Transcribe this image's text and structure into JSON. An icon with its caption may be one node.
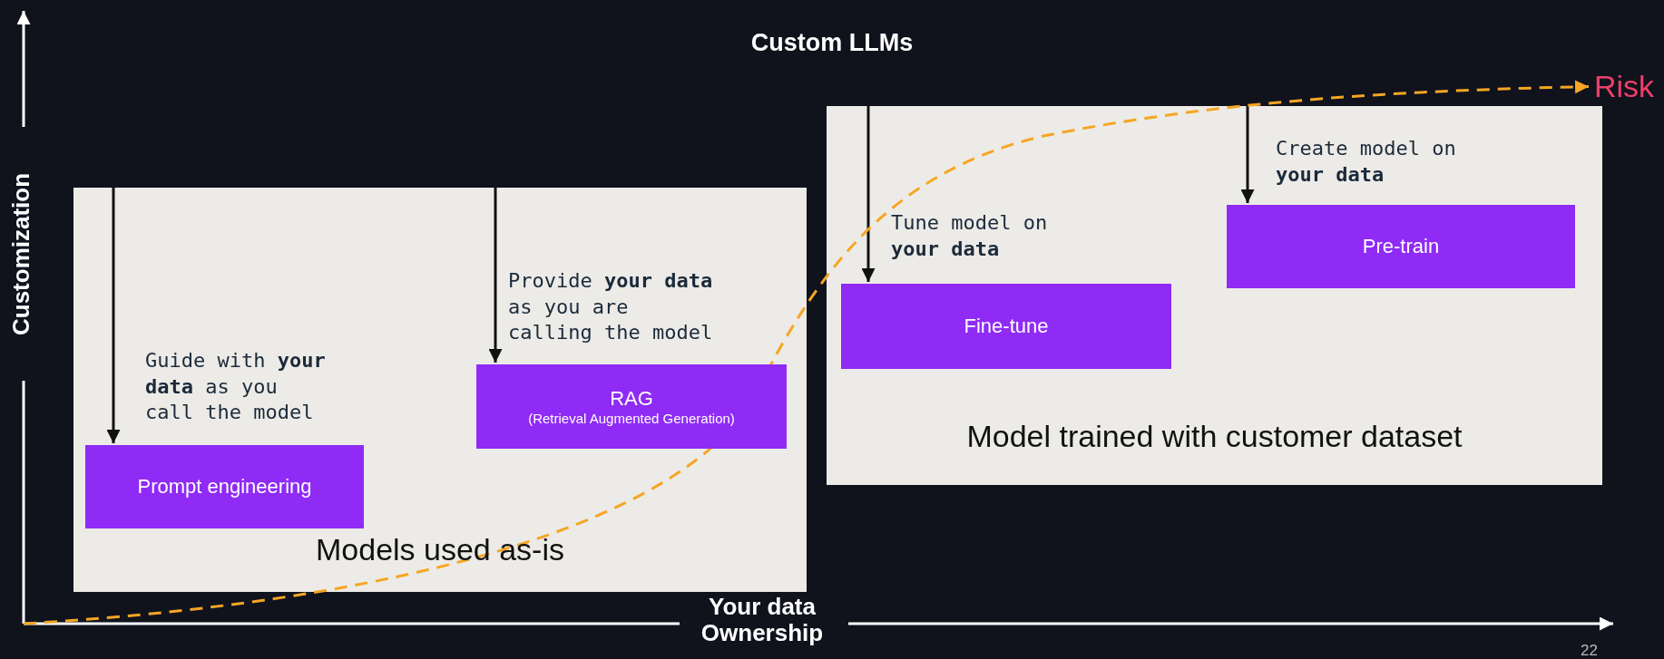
{
  "diagram": {
    "title": "Custom LLMs",
    "nodes": [
      {
        "text": [
          "Models used as-is"
        ]
      },
      {
        "text": [
          "Prompt engineering"
        ],
        "in": 0,
        "beside": [
          "Guide with **your data** as you call the model"
        ]
      },
      {
        "text": [
          "RAG",
          "(Retrieval Augmented Generation)"
        ],
        "in": 0,
        "beside": [
          "Provide **your data** as you are calling the model"
        ]
      },
      {
        "text": [
          "Model trained with customer dataset"
        ]
      },
      {
        "text": [
          "Fine-tune"
        ],
        "in": 3,
        "beside": [
          "Tune model on **your data**"
        ]
      },
      {
        "text": [
          "Pre-train"
        ],
        "in": 3,
        "beside": [
          "Create model on **your data**"
        ]
      },
      {
        "text": [
          "Risk"
        ]
      }
    ],
    "edges": [
      {
        "from": null,
        "to": 1,
        "arrow": "to"
      },
      {
        "from": null,
        "to": 2,
        "arrow": "to"
      },
      {
        "from": null,
        "to": 4,
        "arrow": "to"
      },
      {
        "from": null,
        "to": 5,
        "arrow": "to"
      },
      {
        "from": null,
        "to": 6,
        "arrow": "to",
        "style": "dashed",
        "color": "#f5a623"
      }
    ],
    "labels": [
      "Customization",
      "Your data Ownership",
      "22"
    ]
  }
}
